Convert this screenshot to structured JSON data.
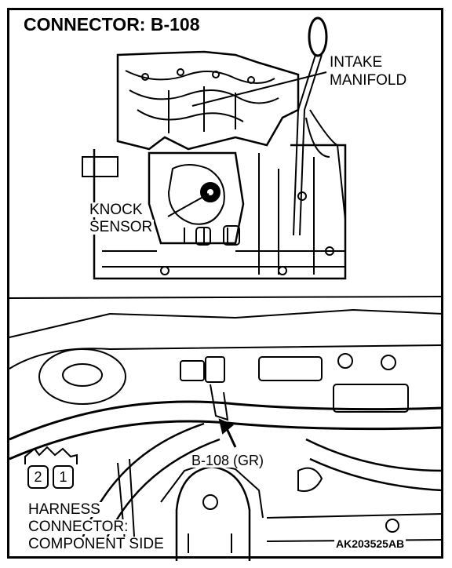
{
  "diagram": {
    "title": "CONNECTOR: B-108",
    "callouts": {
      "intake_manifold": [
        "INTAKE",
        "MANIFOLD"
      ],
      "knock_sensor": [
        "KNOCK",
        "SENSOR"
      ],
      "connector_color": "B-108 (GR)"
    },
    "harness": {
      "pins": [
        "2",
        "1"
      ],
      "label_lines": [
        "HARNESS",
        "CONNECTOR:",
        "COMPONENT SIDE"
      ]
    },
    "figure_code": "AK203525AB"
  },
  "colors": {
    "line": "#000000",
    "background": "#ffffff"
  }
}
